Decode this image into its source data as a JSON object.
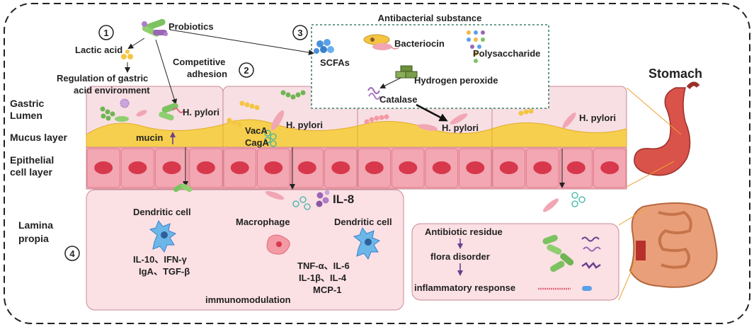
{
  "steps": [
    "1",
    "2",
    "3",
    "4"
  ],
  "top": {
    "probiotics": "Probiotics",
    "lactic_acid": "Lactic acid",
    "regulation_line1": "Regulation of gastric",
    "regulation_line2": "acid environment",
    "competitive_line1": "Competitive",
    "competitive_line2": "adhesion"
  },
  "antibacterial": {
    "title": "Antibacterial substance",
    "scfas": "SCFAs",
    "bacteriocin": "Bacteriocin",
    "polysaccharide": "Polysaccharide",
    "hydrogen_peroxide": "Hydrogen peroxide",
    "catalase": "Catalase"
  },
  "layers": {
    "gastric_line1": "Gastric",
    "gastric_line2": "Lumen",
    "mucus": "Mucus layer",
    "epithelial_line1": "Epithelial",
    "epithelial_line2": "cell layer",
    "lamina_line1": "Lamina",
    "lamina_line2": "propia"
  },
  "epithelium": {
    "h_pylori": "H. pylori",
    "mucin": "mucin",
    "vaca": "VacA",
    "caga": "CagA"
  },
  "lamina": {
    "il8": "IL-8",
    "dendritic_cell": "Dendritic cell",
    "macrophage": "Macrophage",
    "il10_ifn": "IL-10、IFN-γ",
    "iga_tgf": "IgA、TGF-β",
    "tnf_il6": "TNF-α、IL-6",
    "il1_il4": "IL-1β、IL-4",
    "mcp1": "MCP-1",
    "immunomodulation": "immunomodulation"
  },
  "antibiotic": {
    "residue": "Antibiotic residue",
    "flora": "flora disorder",
    "inflammatory": "inflammatory response"
  },
  "stomach": "Stomach",
  "colors": {
    "lumen": "#f7dfe3",
    "mucus": "#f7cf4e",
    "epithelial": "#f2a7b2",
    "nucleus": "#d8384c",
    "lamina": "#fbe0e4",
    "box_border": "#3f7f6c",
    "bacteria_green": "#7cc261",
    "h_pylori": "#f1a6b4",
    "stomach": "#d9534a",
    "arrow_purple": "#6b3e8e",
    "guide_line": "#f0a030"
  }
}
